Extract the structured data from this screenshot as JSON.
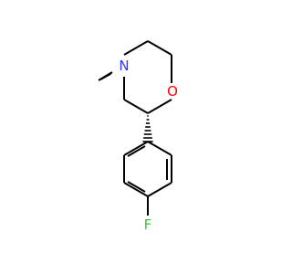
{
  "molecule": {
    "atoms": {
      "nitrogen": {
        "symbol": "N",
        "color": "#3333ff"
      },
      "oxygen": {
        "symbol": "O",
        "color": "#ff0000"
      },
      "fluorine": {
        "symbol": "F",
        "color": "#33cc33"
      }
    },
    "bond_color": "#000000",
    "stereo_bond": "hashed-wedge"
  }
}
